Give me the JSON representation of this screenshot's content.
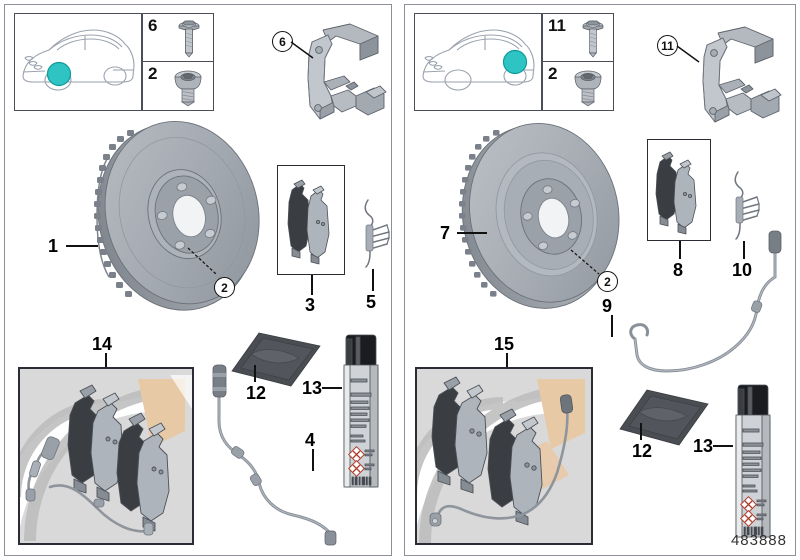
{
  "document": {
    "part_number": "483888",
    "type": "brake-parts-exploded-diagram"
  },
  "colors": {
    "highlight": "#2ec4c4",
    "metal_light": "#c9cdd2",
    "metal_mid": "#9aa0a8",
    "metal_dark": "#6e747c",
    "pad_friction": "#3a3d42",
    "kit_accent": "#e8c9a6",
    "kit_bg": "#d9d9d9",
    "frame": "#4a4f57",
    "text": "#111111"
  },
  "panels": [
    {
      "id": "front-axle",
      "car_diagram": {
        "name": "car-silhouette-front-highlight",
        "highlight_position": "front-wheel"
      },
      "bolt_boxes": [
        {
          "number": "6",
          "icon": "flange-hex-bolt"
        },
        {
          "number": "2",
          "icon": "countersunk-socket-screw"
        }
      ],
      "callouts": [
        {
          "number": "6",
          "target": "caliper-carrier"
        },
        {
          "number": "2",
          "target": "brake-disc-set-screw"
        }
      ],
      "labels": [
        {
          "number": "1",
          "part": "brake-disc-ventilated"
        },
        {
          "number": "3",
          "part": "brake-pad-set-boxed"
        },
        {
          "number": "5",
          "part": "pad-retaining-spring"
        },
        {
          "number": "14",
          "part": "value-line-brake-pad-kit"
        },
        {
          "number": "12",
          "part": "protective-bag"
        },
        {
          "number": "13",
          "part": "anti-squeal-spray-can"
        },
        {
          "number": "4",
          "part": "brake-pad-wear-sensor"
        }
      ]
    },
    {
      "id": "rear-axle",
      "car_diagram": {
        "name": "car-silhouette-rear-highlight",
        "highlight_position": "rear-wheel"
      },
      "bolt_boxes": [
        {
          "number": "11",
          "icon": "flange-hex-bolt"
        },
        {
          "number": "2",
          "icon": "countersunk-socket-screw"
        }
      ],
      "callouts": [
        {
          "number": "11",
          "target": "caliper-carrier"
        },
        {
          "number": "2",
          "target": "brake-disc-set-screw"
        }
      ],
      "labels": [
        {
          "number": "7",
          "part": "brake-disc-ventilated-rear"
        },
        {
          "number": "8",
          "part": "brake-pad-set-boxed"
        },
        {
          "number": "10",
          "part": "pad-retaining-spring"
        },
        {
          "number": "15",
          "part": "value-line-brake-pad-kit"
        },
        {
          "number": "9",
          "part": "brake-pad-wear-sensor"
        },
        {
          "number": "12",
          "part": "protective-bag"
        },
        {
          "number": "13",
          "part": "anti-squeal-spray-can"
        }
      ]
    }
  ]
}
